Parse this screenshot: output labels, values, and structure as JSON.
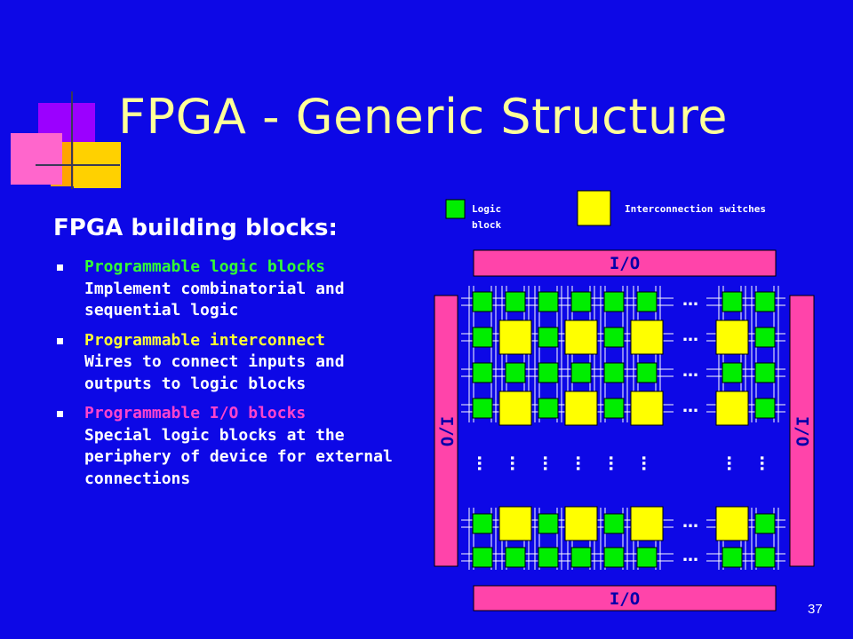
{
  "slide": {
    "title": "FPGA - Generic Structure",
    "subtitle": "FPGA building blocks:",
    "bullets": [
      {
        "heading": "Programmable logic blocks",
        "heading_color": "#33ff33",
        "text": "Implement combinatorial and sequential logic"
      },
      {
        "heading": "Programmable interconnect",
        "heading_color": "#ffff33",
        "text": "Wires to connect inputs and outputs to logic blocks"
      },
      {
        "heading": "Programmable I/O blocks",
        "heading_color": "#ff44cc",
        "text": "Special logic blocks at the periphery of device for external connections"
      }
    ],
    "page_number": "37"
  },
  "diagram": {
    "legend": {
      "logic_block": "Logic block",
      "interconnect": "Interconnection switches"
    },
    "io_label": "I/O",
    "ellipsis": "…",
    "colors": {
      "logic": "#00ee00",
      "switch": "#ffff00",
      "io": "#ff44aa",
      "wire": "#ffffff",
      "outline": "#000000",
      "background": "#0d08e6"
    }
  }
}
